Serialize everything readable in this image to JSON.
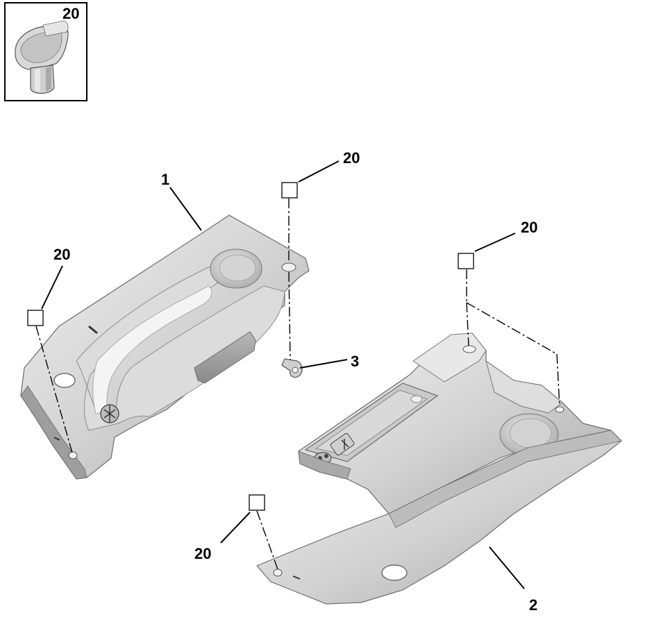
{
  "inset": {
    "callout": "20",
    "icon": "plastic-clip-fastener-icon"
  },
  "callouts": {
    "part_1": "1",
    "part_2": "2",
    "part_3": "3",
    "clip_top": "20",
    "clip_left": "20",
    "clip_right": "20",
    "clip_bottom": "20"
  },
  "parts": {
    "part_1_icon": "upper-underbody-heat-shield-icon",
    "part_2_icon": "lower-underbody-heat-shield-icon",
    "part_3_icon": "retaining-clip-bracket-icon"
  }
}
